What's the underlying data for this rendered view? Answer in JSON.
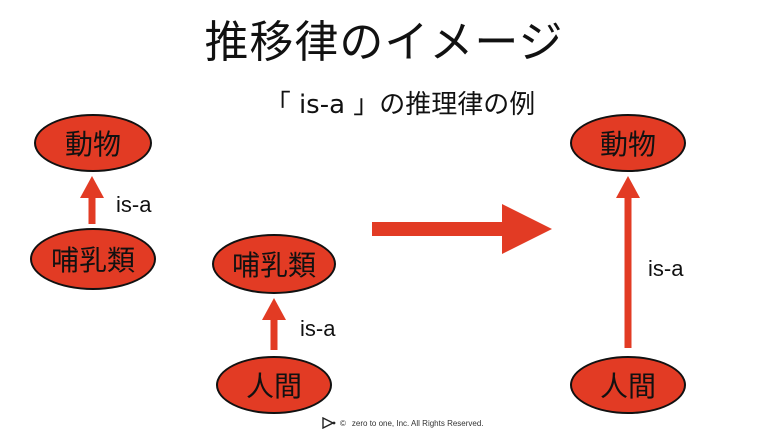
{
  "slide": {
    "title": "推移律のイメージ",
    "subtitle": "「 is-a 」の推理律の例"
  },
  "left_chain": {
    "top": "動物",
    "bottom": "哺乳類",
    "relation": "is-a"
  },
  "middle_chain": {
    "top": "哺乳類",
    "bottom": "人間",
    "relation": "is-a"
  },
  "result_chain": {
    "top": "動物",
    "bottom": "人間",
    "relation": "is-a"
  },
  "footer": {
    "copyright_symbol": "©",
    "text": "zero to one, Inc. All Rights Reserved."
  },
  "colors": {
    "node_fill": "#e23b24",
    "arrow": "#e23b24"
  }
}
